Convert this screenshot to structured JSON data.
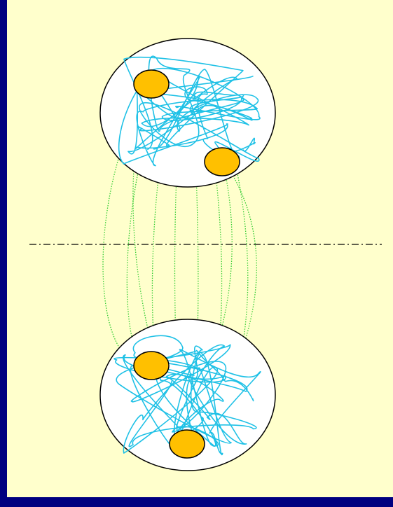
{
  "colors": {
    "border": "#000080",
    "background": "#FFFFCC",
    "cell_outline": "#000000",
    "cell_fill": "#FFFFFF",
    "chromatin": "#1FC1E6",
    "spindle_fibers": "#33CC33",
    "centrosome_fill": "#FFC000",
    "centrosome_stroke": "#000000",
    "equator_line": "#000000"
  },
  "diagram": {
    "top_cell": {
      "centrosomes": 2
    },
    "bottom_cell": {
      "centrosomes": 2
    },
    "spindle_fiber_count": 10,
    "equator_line_style": "dash-dot"
  }
}
